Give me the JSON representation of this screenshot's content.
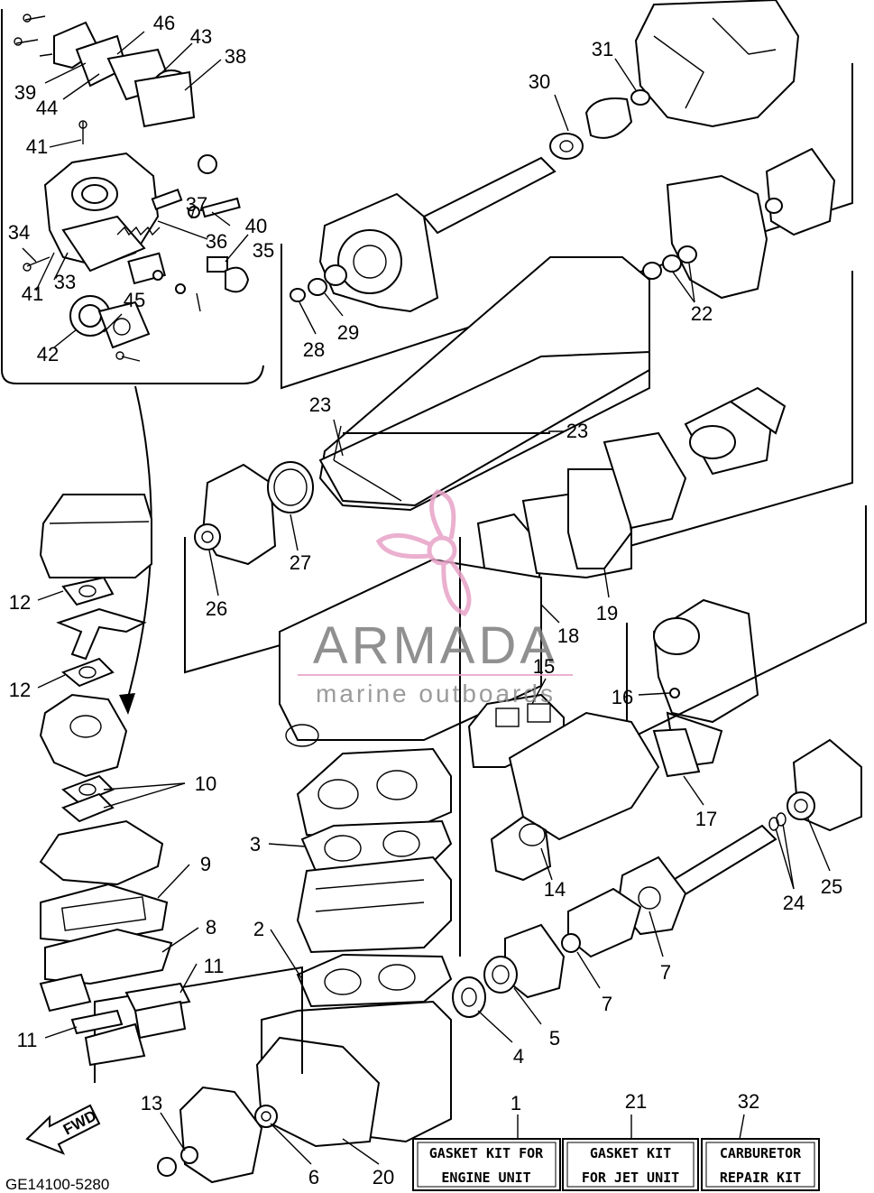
{
  "callouts": {
    "c1": "1",
    "c2": "2",
    "c3": "3",
    "c4": "4",
    "c5": "5",
    "c6": "6",
    "c7": "7",
    "c8": "8",
    "c9": "9",
    "c10": "10",
    "c11": "11",
    "c12": "12",
    "c13": "13",
    "c14": "14",
    "c15": "15",
    "c16": "16",
    "c17": "17",
    "c18": "18",
    "c19": "19",
    "c20": "20",
    "c21": "21",
    "c22": "22",
    "c23": "23",
    "c24": "24",
    "c25": "25",
    "c26": "26",
    "c27": "27",
    "c28": "28",
    "c29": "29",
    "c30": "30",
    "c31": "31",
    "c32": "32",
    "c33": "33",
    "c34": "34",
    "c35": "35",
    "c36": "36",
    "c37": "37",
    "c38": "38",
    "c39": "39",
    "c40": "40",
    "c41": "41",
    "c42": "42",
    "c43": "43",
    "c44": "44",
    "c45": "45",
    "c46": "46"
  },
  "kits": {
    "engine": {
      "line1": "GASKET KIT FOR",
      "line2": "ENGINE UNIT"
    },
    "jet": {
      "line1": "GASKET KIT",
      "line2": "FOR JET UNIT"
    },
    "carb": {
      "line1": "CARBURETOR",
      "line2": "REPAIR KIT"
    }
  },
  "direction_label": "FWD",
  "diagram_code": "GE14100-5280",
  "watermark": {
    "brand": "ARMADA",
    "tagline": "marine outboards"
  },
  "colors": {
    "line": "#000000",
    "watermark_logo": "#e8a3c7",
    "watermark_text": "#7d7d7d"
  }
}
